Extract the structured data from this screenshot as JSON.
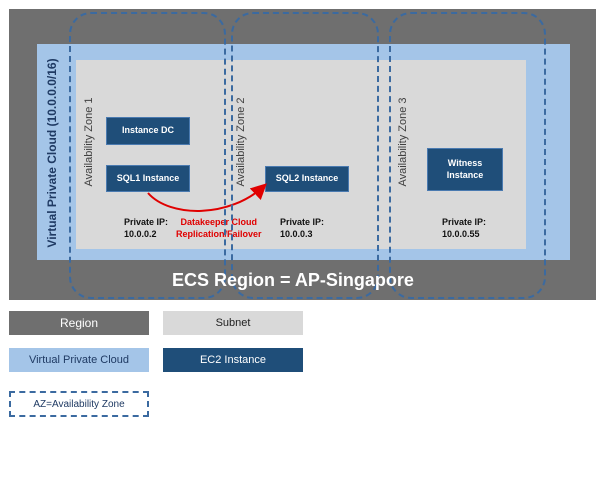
{
  "diagram": {
    "region_title": "ECS Region = AP-Singapore",
    "vpc_label": "Virtual Private Cloud (10.0.0.0/16)",
    "zones": [
      {
        "label": "Availability Zone 1"
      },
      {
        "label": "Availability Zone 2"
      },
      {
        "label": "Availability Zone 3"
      }
    ],
    "instances": {
      "dc": "Instance DC",
      "sql1": "SQL1 Instance",
      "sql2": "SQL2 Instance",
      "witness_line1": "Witness",
      "witness_line2": "Instance"
    },
    "ips": {
      "label": "Private IP:",
      "sql1": "10.0.0.2",
      "sql2": "10.0.0.3",
      "witness": "10.0.0.55"
    },
    "replication": {
      "line1": "Datakeeper Cloud",
      "line2": "Replication/Failover"
    }
  },
  "legend": {
    "region": "Region",
    "subnet": "Subnet",
    "vpc": "Virtual Private Cloud",
    "ec2": "EC2 Instance",
    "az": "AZ=Availability Zone"
  },
  "colors": {
    "region": "#6f6f6f",
    "vpc": "#a4c5e8",
    "subnet": "#d9d9d9",
    "ec2": "#1f4e79",
    "az_border": "#3b6aa0",
    "replication": "#e00000"
  }
}
